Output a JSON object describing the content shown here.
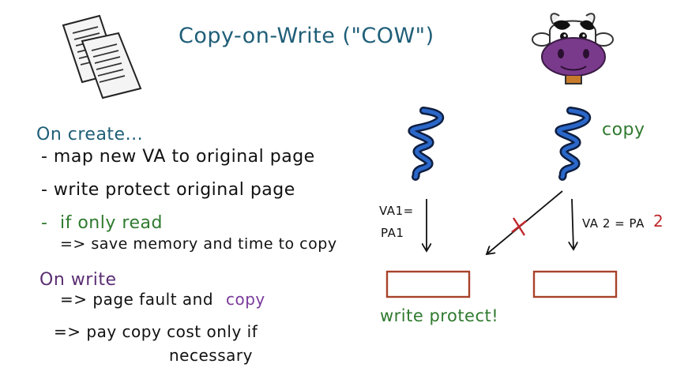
{
  "title": "Copy-on-Write (\"COW\")",
  "notes": {
    "on_create_heading": "On create...",
    "create_bullets": [
      "- map new VA to original page",
      "- write protect original page"
    ],
    "read_dash": "-",
    "read_bullet": "if only read",
    "read_sub": "=> save memory and time to copy",
    "on_write_heading": "On write",
    "write_bullet_1_prefix": "=> page fault and",
    "write_bullet_1_copy": "copy",
    "write_bullet_2_line1": "=> pay copy cost only if",
    "write_bullet_2_line2": "necessary"
  },
  "diagram": {
    "va1_line1": "VA1=",
    "va1_line2": "PA1",
    "va2_prefix": "VA 2 = PA",
    "va2_suffix": "2",
    "copy_label": "copy",
    "write_protect_label": "write protect!"
  },
  "colors": {
    "title": "#1f5e78",
    "heading_on_create": "#1f5e78",
    "heading_on_write": "#5b2e73",
    "green_text": "#2f7a2f",
    "purple_copy": "#7a3a9a",
    "red_cross": "#c0282d",
    "thread_blue": "#1c4c9c",
    "page_box_border": "#a8422a",
    "cow_face": "#7a3a8c"
  },
  "icons": [
    "documents-icon",
    "cow-icon",
    "thread-icon",
    "cross-mark-icon"
  ]
}
